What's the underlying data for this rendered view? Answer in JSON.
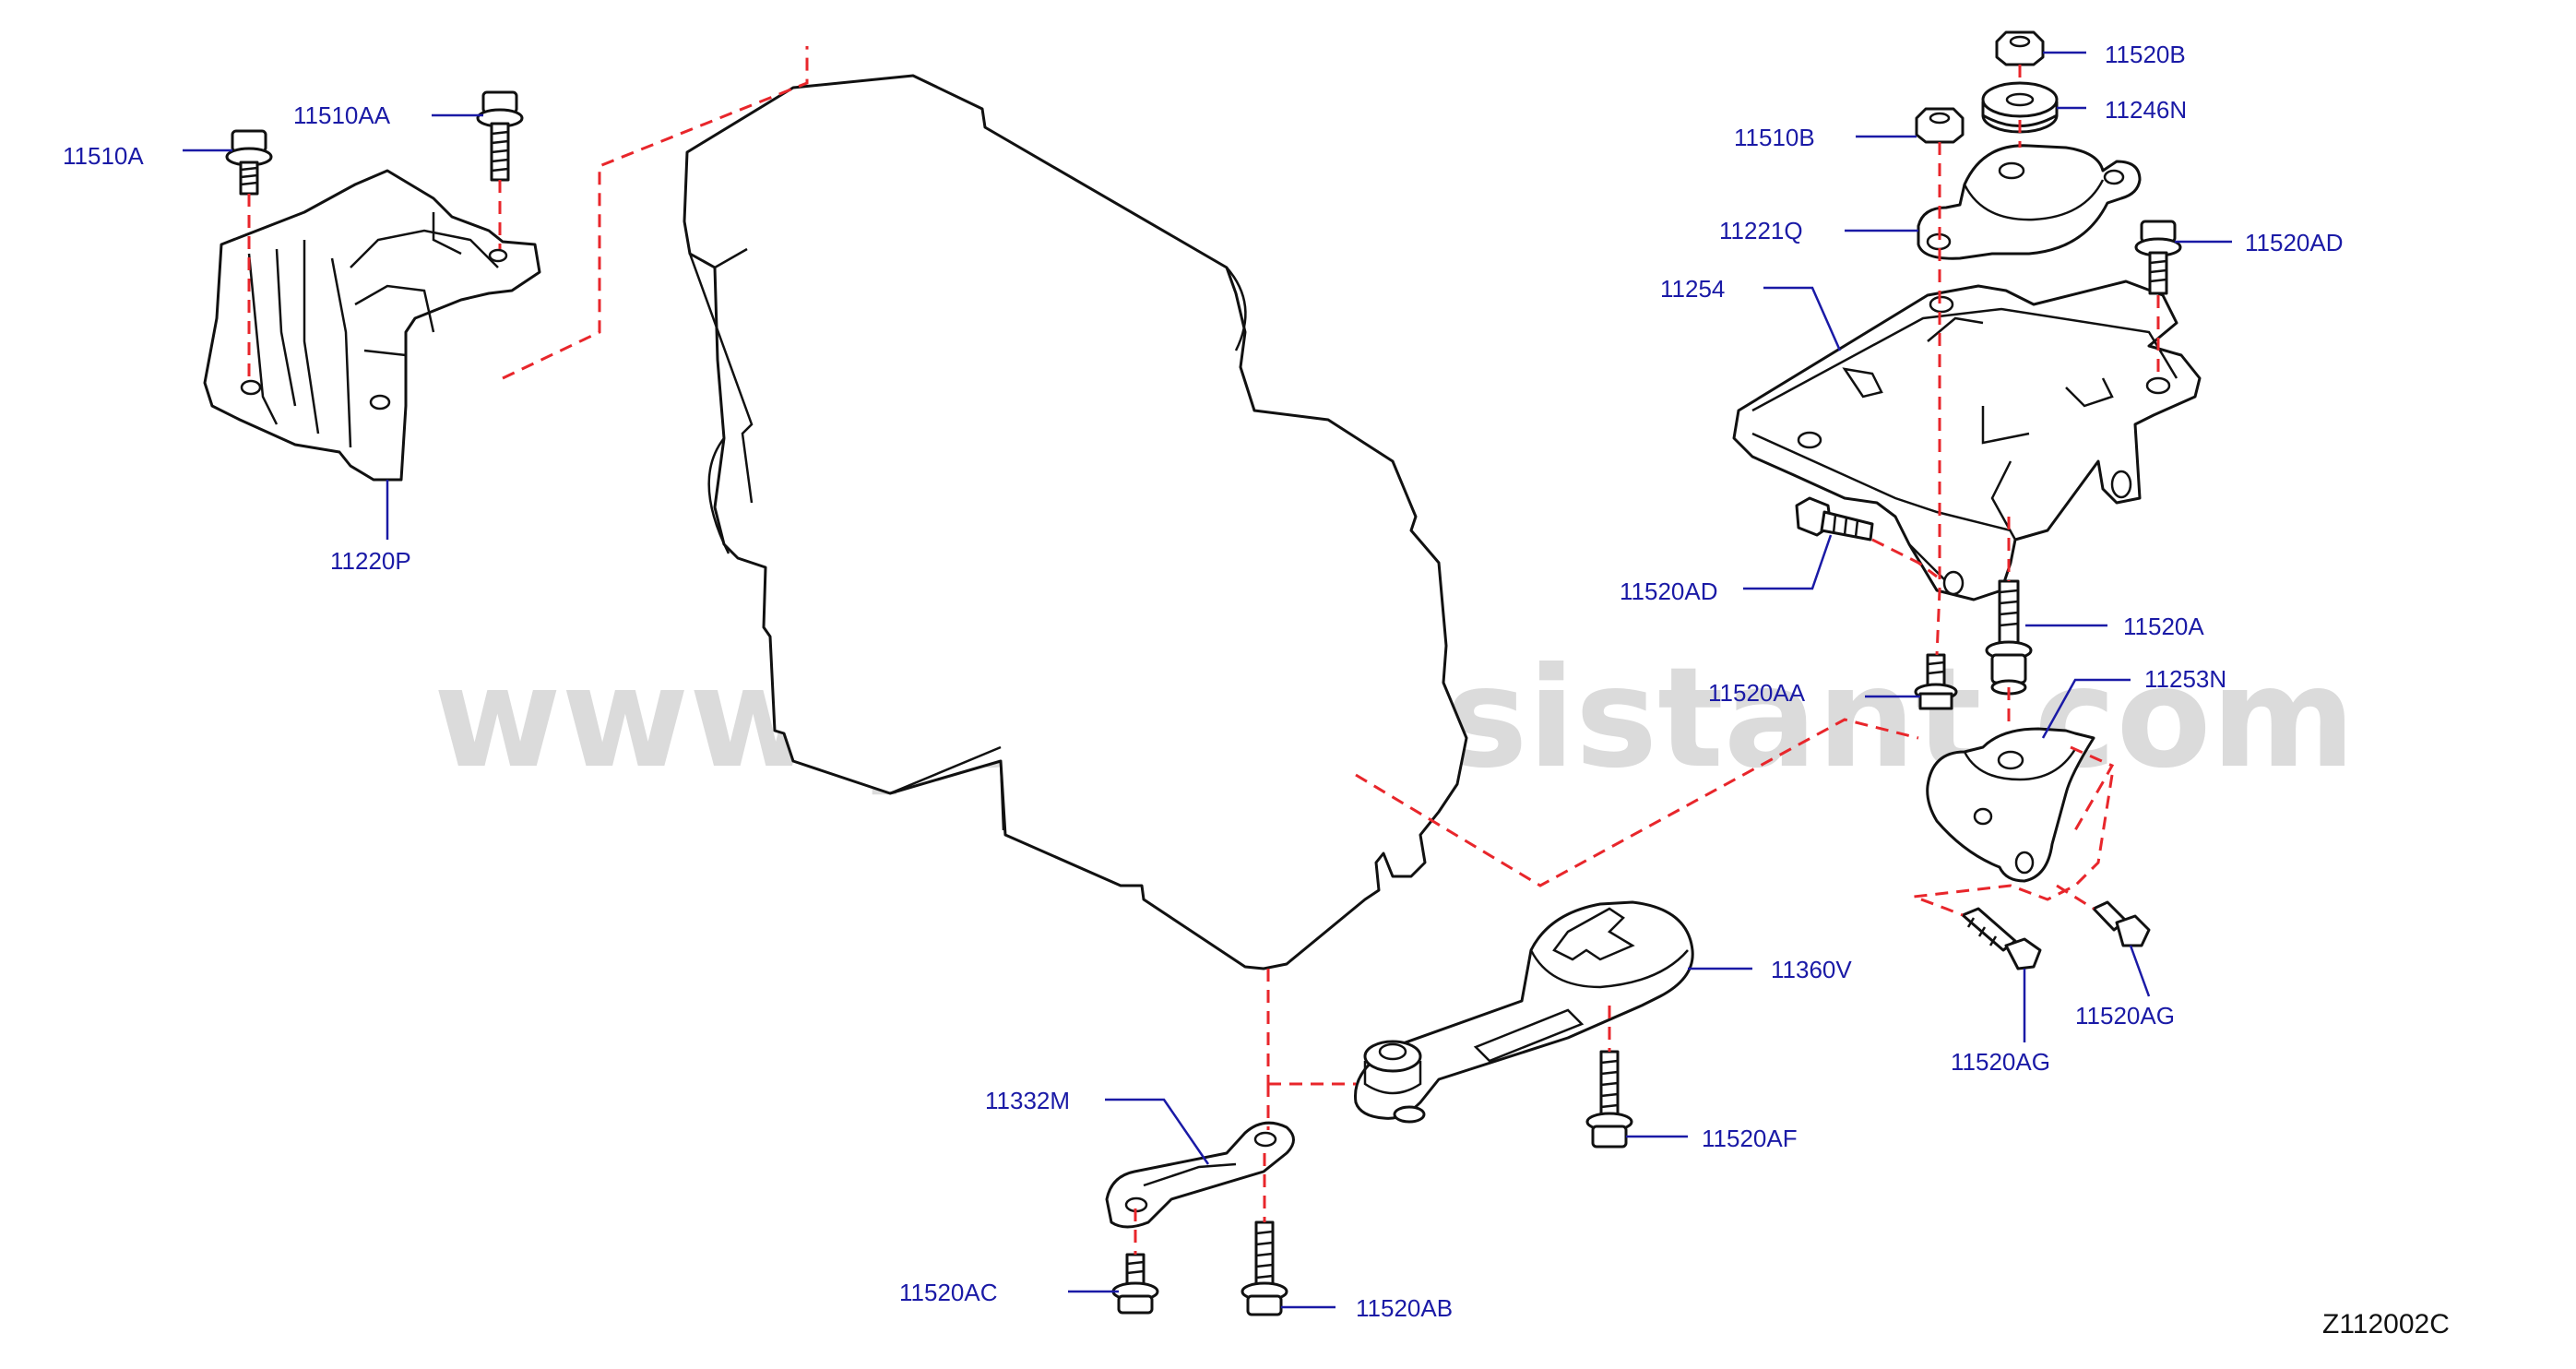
{
  "watermark": "www.partsassistant.com",
  "diagram_code": "Z112002C",
  "labels": {
    "p11510A": "11510A",
    "p11510AA": "11510AA",
    "p11220P": "11220P",
    "p11520B": "11520B",
    "p11246N": "11246N",
    "p11510B": "11510B",
    "p11221Q": "11221Q",
    "p11520AD_top": "11520AD",
    "p11254": "11254",
    "p11520AD_mid": "11520AD",
    "p11520A": "11520A",
    "p11520AA": "11520AA",
    "p11253N": "11253N",
    "p11360V": "11360V",
    "p11520AG_left": "11520AG",
    "p11520AG_right": "11520AG",
    "p11332M": "11332M",
    "p11520AF": "11520AF",
    "p11520AC": "11520AC",
    "p11520AB": "11520AB"
  },
  "colors": {
    "label": "#1a1aa6",
    "dashed_guide": "#e8262b",
    "outline": "#111111",
    "watermark": "#cfcfcf"
  }
}
